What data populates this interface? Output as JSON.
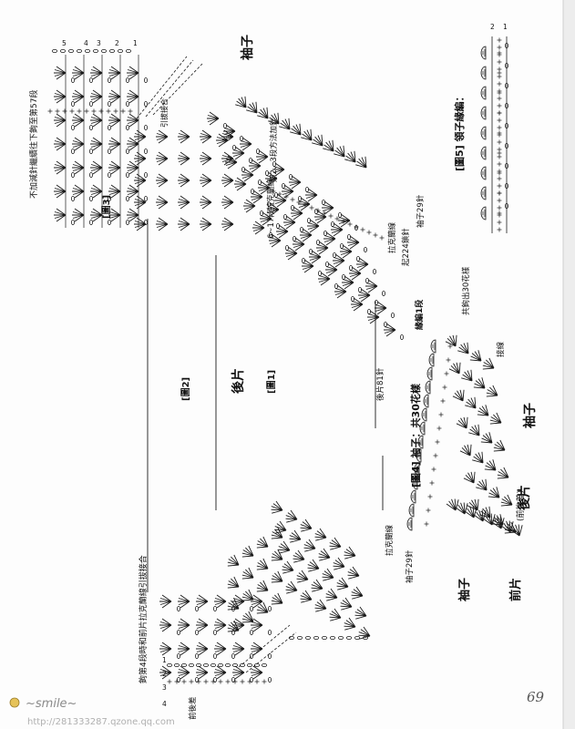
{
  "page": {
    "number": "69",
    "background": "#fdfdfd",
    "ink": "#1a1a1a"
  },
  "labels": {
    "fig1": "[圖1]",
    "fig2": "[圖2]",
    "fig3": "[圖3]",
    "fig4": "[圖4] 袖子：共30花樣",
    "fig5": "[圖5] 領子緣編：",
    "back_piece": "後片",
    "sleeve_top": "袖子",
    "sleeve_mid": "袖子",
    "sleeve_bottom": "袖子",
    "front_piece": "前片",
    "back_front": "後片",
    "back_front_sub": "(前後差)",
    "no_decrease": "不加減針繼續往下鉤至第57段",
    "slip_join": "引拔接合",
    "see_rows": "照2、3段方法加針",
    "rows_6_17": "6~17段拉克蘭線",
    "raglan_top": "拉克蘭線",
    "raglan_bottom": "拉克蘭線",
    "start_224": "起224鎖針",
    "sleeve29_top": "袖子29針",
    "sleeve29_bottom": "袖子29針",
    "back81": "後片81針",
    "edge1": "緣編1段",
    "pick30": "共鉤出30花樣",
    "join": "接線",
    "join_front_back": "鉤第4段時和前片拉克蘭線引拔接合",
    "front_back_diff": "前後差"
  },
  "row_numbers": {
    "top": [
      "5",
      "4",
      "3",
      "2",
      "1"
    ],
    "bottom": [
      "4",
      "3",
      "2",
      "1"
    ],
    "collar": [
      "2",
      "1"
    ]
  },
  "watermark": {
    "name": "~smile~",
    "url": "http://281333287.qzone.qq.com"
  }
}
